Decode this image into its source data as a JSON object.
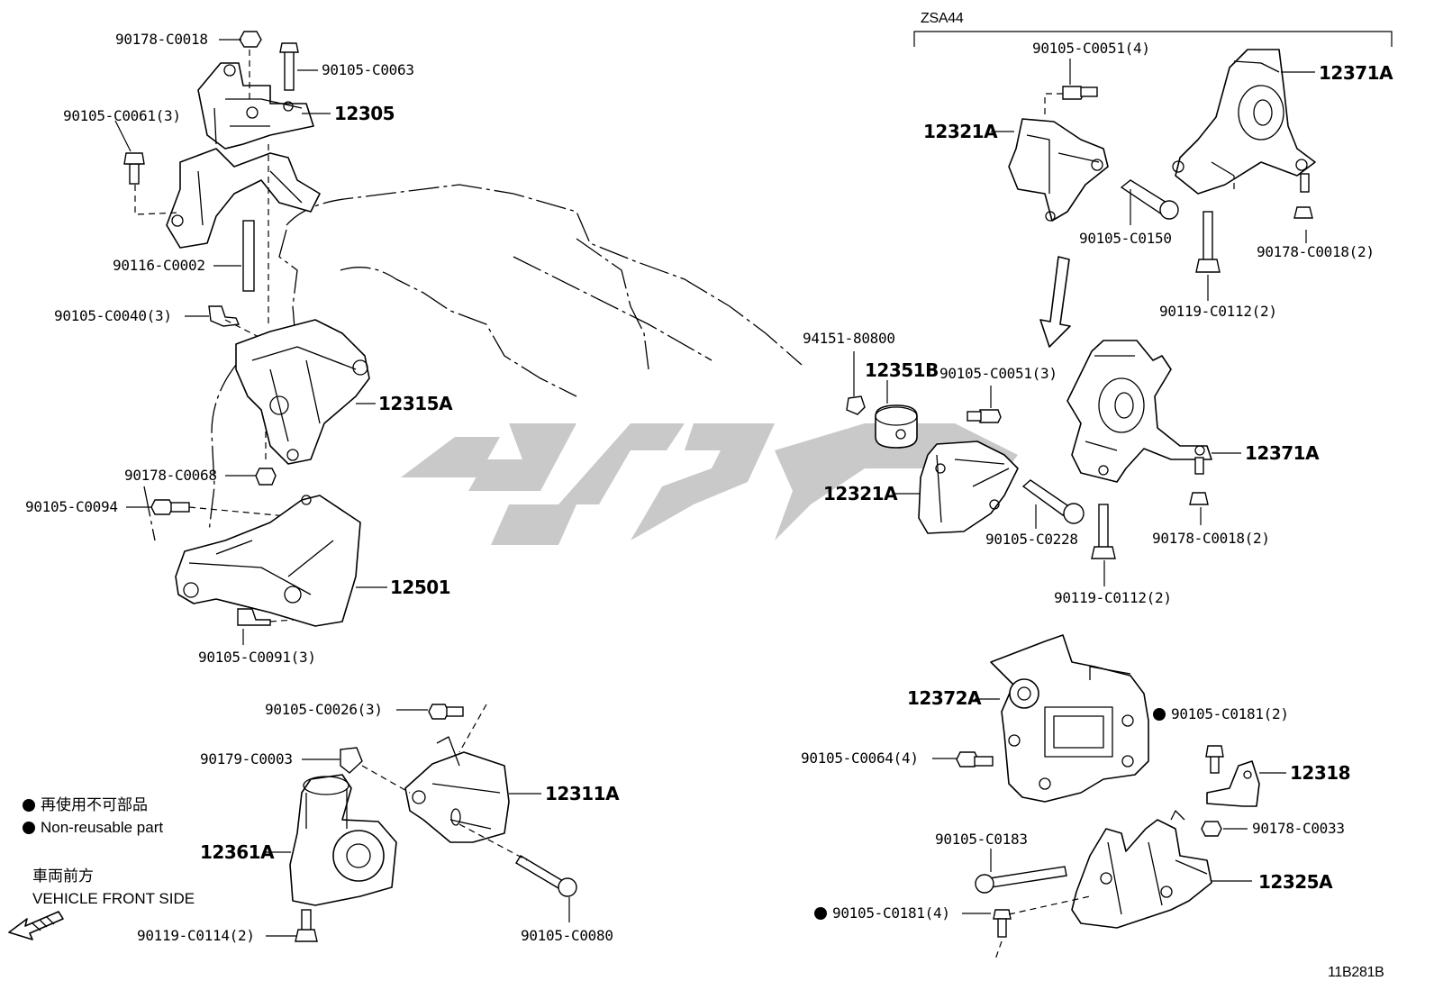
{
  "group_label": "ZSA44",
  "diagram_code": "11B281B",
  "legend": {
    "reuse_jp": "再使用不可部品",
    "reuse_en": "Non-reusable part"
  },
  "front": {
    "jp": "車両前方",
    "en": "VEHICLE FRONT SIDE"
  },
  "parts": {
    "p_90178_c0018_top": "90178-C0018",
    "p_90105_c0063": "90105-C0063",
    "p_12305": "12305",
    "p_90105_c0061": "90105-C0061(3)",
    "p_90116_c0002": "90116-C0002",
    "p_90105_c0040": "90105-C0040(3)",
    "p_12315a": "12315A",
    "p_90178_c0068": "90178-C0068",
    "p_90105_c0094": "90105-C0094",
    "p_12501": "12501",
    "p_90105_c0091": "90105-C0091(3)",
    "p_90105_c0026": "90105-C0026(3)",
    "p_90179_c0003": "90179-C0003",
    "p_12311a": "12311A",
    "p_12361a": "12361A",
    "p_90119_c0114": "90119-C0114(2)",
    "p_90105_c0080": "90105-C0080",
    "p_90105_c0051_top": "90105-C0051(4)",
    "p_12371a_top": "12371A",
    "p_12321a_top": "12321A",
    "p_90105_c0150": "90105-C0150",
    "p_90178_c0018_r": "90178-C0018(2)",
    "p_90119_c0112_top": "90119-C0112(2)",
    "p_94151_80800": "94151-80800",
    "p_12351b": "12351B",
    "p_90105_c0051_mid": "90105-C0051(3)",
    "p_12371a_mid": "12371A",
    "p_12321a_mid": "12321A",
    "p_90105_c0228": "90105-C0228",
    "p_90178_c0018_mid": "90178-C0018(2)",
    "p_90119_c0112_mid": "90119-C0112(2)",
    "p_12372a": "12372A",
    "p_90105_c0181_top": "90105-C0181(2)",
    "p_90105_c0064": "90105-C0064(4)",
    "p_12318": "12318",
    "p_90178_c0033": "90178-C0033",
    "p_90105_c0183": "90105-C0183",
    "p_12325a": "12325A",
    "p_90105_c0181_bot": "90105-C0181(4)"
  }
}
